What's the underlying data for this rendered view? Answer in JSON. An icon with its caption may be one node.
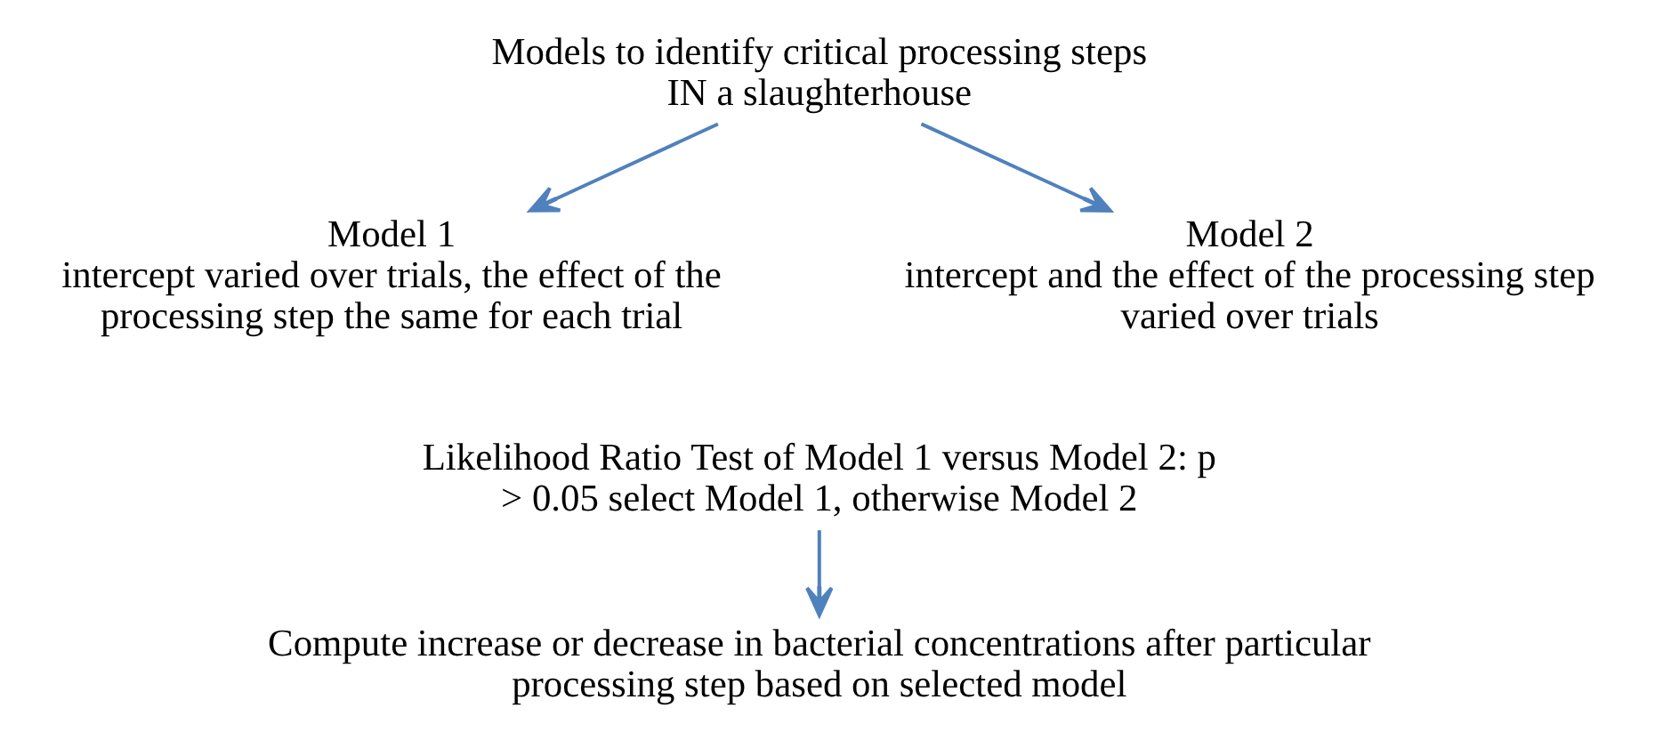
{
  "diagram": {
    "nodes": [
      {
        "text": [
          "Models to identify critical processing steps IN a slaughterhouse"
        ]
      },
      {
        "text": [
          "Model 1",
          "intercept varied over trials, the effect of the processing step the same for each trial"
        ]
      },
      {
        "text": [
          "Model 2",
          "intercept and the effect of the processing step varied over trials"
        ]
      },
      {
        "text": [
          "Likelihood Ratio Test of Model 1 versus Model 2: p > 0.05 select Model 1, otherwise Model 2"
        ]
      },
      {
        "text": [
          "Compute increase or decrease in bacterial concentrations after particular processing step based on selected model"
        ]
      }
    ],
    "edges": [
      {
        "from": 0,
        "to": 1,
        "arrow": "to",
        "color": "#4f81bd"
      },
      {
        "from": 0,
        "to": 2,
        "arrow": "to",
        "color": "#4f81bd"
      },
      {
        "from": 3,
        "to": 4,
        "arrow": "to",
        "color": "#4f81bd"
      }
    ]
  }
}
